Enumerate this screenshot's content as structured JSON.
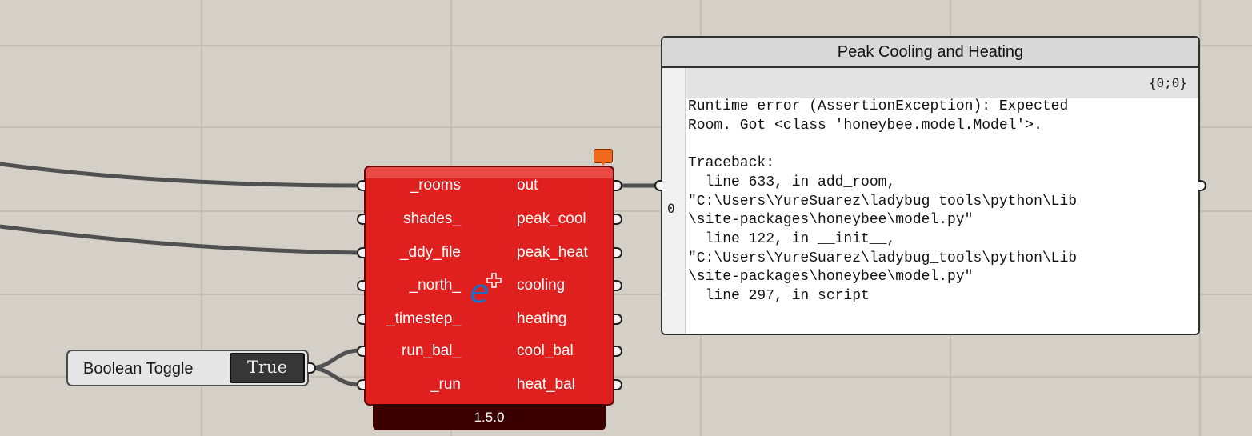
{
  "component": {
    "version": "1.5.0",
    "icon": "energyplus-icon",
    "inputs": [
      "_rooms",
      "shades_",
      "_ddy_file",
      "_north_",
      "_timestep_",
      "run_bal_",
      "_run"
    ],
    "outputs": [
      "out",
      "peak_cool",
      "peak_heat",
      "cooling",
      "heating",
      "cool_bal",
      "heat_bal"
    ]
  },
  "toggle": {
    "label": "Boolean Toggle",
    "value": "True"
  },
  "panel": {
    "title": "Peak Cooling and Heating",
    "path": "{0;0}",
    "index": "0",
    "text": "Runtime error (AssertionException): Expected\nRoom. Got <class 'honeybee.model.Model'>.\n\nTraceback:\n  line 633, in add_room,\n\"C:\\Users\\YureSuarez\\ladybug_tools\\python\\Lib\n\\site-packages\\honeybee\\model.py\"\n  line 122, in __init__,\n\"C:\\Users\\YureSuarez\\ladybug_tools\\python\\Lib\n\\site-packages\\honeybee\\model.py\"\n  line 297, in script"
  },
  "colors": {
    "canvas": "#d4d0c8",
    "component": "#e0201e",
    "version_bar": "#3b0000",
    "wire": "#505050"
  }
}
